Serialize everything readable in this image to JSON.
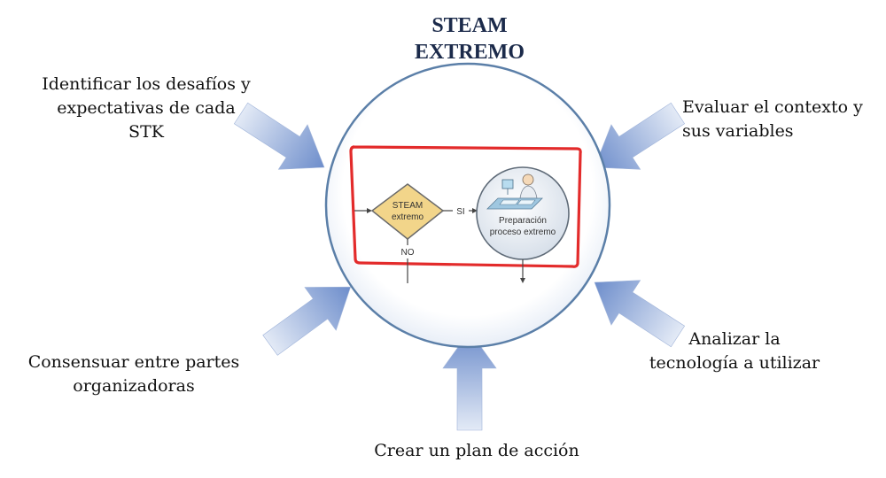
{
  "title": {
    "line1": "STEAM",
    "line2": "EXTREMO"
  },
  "labels": {
    "top_left": {
      "line1": "Identificar los desafíos y",
      "line2": "expectativas de cada",
      "line3": "STK"
    },
    "top_right": {
      "line1": "Evaluar el contexto y",
      "line2": "sus variables"
    },
    "bottom_right": {
      "line1": "Analizar la",
      "line2": "tecnología a utilizar"
    },
    "bottom_left": {
      "line1": "Consensuar entre partes",
      "line2": "organizadoras"
    },
    "bottom": {
      "text": "Crear un plan de acción"
    }
  },
  "flowchart": {
    "decision": {
      "line1": "STEAM",
      "line2": "extremo"
    },
    "yes_label": "SI",
    "no_label": "NO",
    "process": {
      "line1": "Preparación",
      "line2": "proceso extremo"
    }
  },
  "colors": {
    "title": "#1b2a4a",
    "circle_border": "#5b7fa8",
    "highlight_box": "#e32b2b",
    "decision_fill": "#f2d58a",
    "arrow_light": "#dbe4f3",
    "arrow_dark": "#6f8ecc"
  }
}
